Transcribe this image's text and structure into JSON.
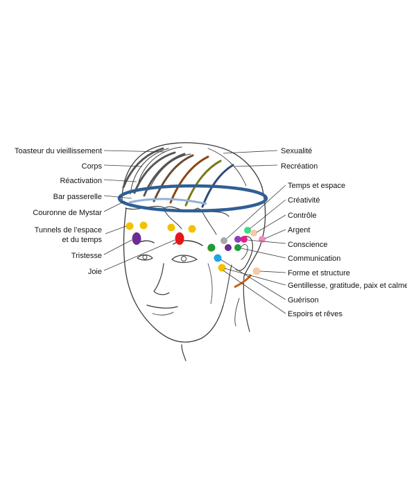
{
  "labels_left": [
    {
      "id": "toasteur",
      "text": "Toasteur du vieillissement"
    },
    {
      "id": "corps",
      "text": "Corps"
    },
    {
      "id": "reactivation",
      "text": "Réactivation"
    },
    {
      "id": "bar-passerelle",
      "text": "Bar passerelle"
    },
    {
      "id": "couronne",
      "text": "Couronne de Mystar"
    },
    {
      "id": "tunnels-1",
      "text": "Tunnels de l’espace"
    },
    {
      "id": "tunnels-2",
      "text": "et du temps"
    },
    {
      "id": "tristesse",
      "text": "Tristesse"
    },
    {
      "id": "joie",
      "text": "Joie"
    }
  ],
  "labels_right": [
    {
      "id": "sexualite",
      "text": "Sexualité"
    },
    {
      "id": "recreation",
      "text": "Recréation"
    },
    {
      "id": "temps-espace",
      "text": "Temps et espace"
    },
    {
      "id": "creativite",
      "text": "Créativité"
    },
    {
      "id": "controle",
      "text": "Contrôle"
    },
    {
      "id": "argent",
      "text": "Argent"
    },
    {
      "id": "conscience",
      "text": "Conscience"
    },
    {
      "id": "communication",
      "text": "Communication"
    },
    {
      "id": "forme-structure",
      "text": "Forme et structure"
    },
    {
      "id": "gentillesse",
      "text": "Gentillesse, gratitude, paix et calme"
    },
    {
      "id": "guerison",
      "text": "Guérison"
    },
    {
      "id": "espoirs",
      "text": "Espoirs et rêves"
    }
  ],
  "colors": {
    "line_gray": "#555555",
    "line_brown_dark": "#6b4a2e",
    "line_rust": "#8b4513",
    "line_olive": "#7a7a1a",
    "line_navy": "#2c4a7a",
    "crown_blue": "#2f5f94",
    "bar_light_blue": "#8fb2d6",
    "dot_yellow": "#f2c200",
    "dot_purple": "#6b2d91",
    "dot_red": "#e8141c",
    "dot_green": "#1e9b3a",
    "dot_cyan": "#1fa6e0",
    "dot_magenta": "#e91e8c",
    "dot_pink": "#f08cc0",
    "dot_gray": "#a8a8a8",
    "dot_mint": "#3ddc84",
    "dot_peach": "#f5c9a8",
    "dot_violet": "#8e3fb8",
    "dot_orange_line": "#c8641e",
    "sketch": "#3a3a3a"
  }
}
